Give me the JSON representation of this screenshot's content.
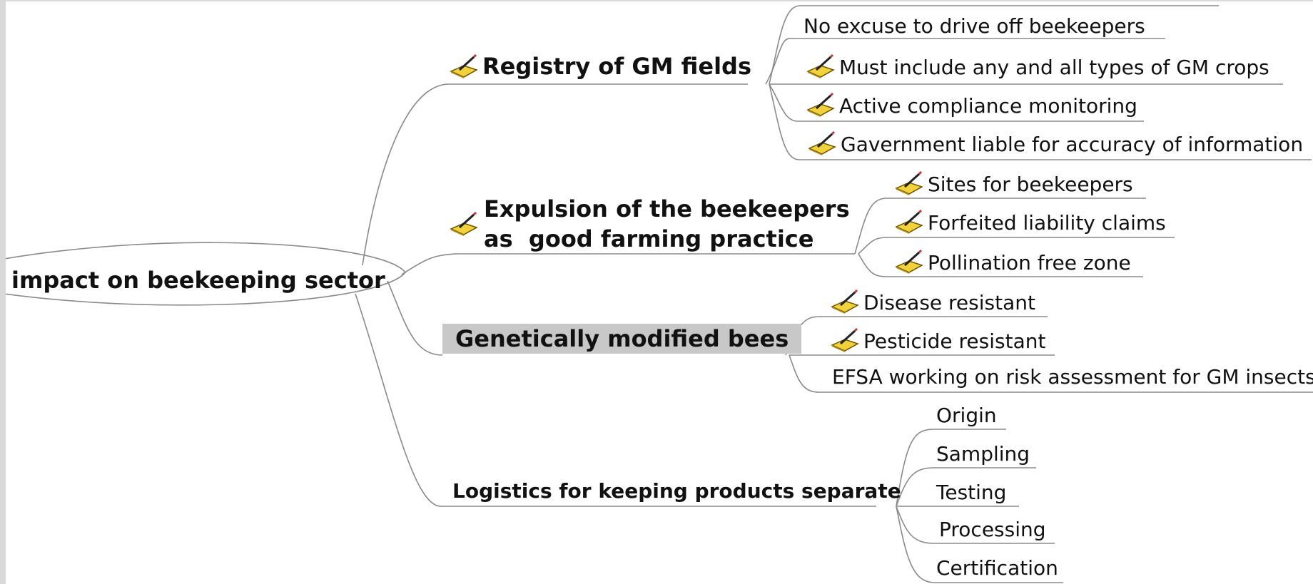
{
  "root": {
    "label": "impact on beekeeping sector"
  },
  "branches": [
    {
      "label": "Registry of GM fields",
      "icon": "pencil-notepad-icon",
      "children": [
        {
          "label": "No excuse to drive off beekeepers",
          "icon": ""
        },
        {
          "label": "Must include any and all types of GM crops",
          "icon": "pencil-notepad-icon"
        },
        {
          "label": "Active compliance monitoring",
          "icon": "pencil-notepad-icon"
        },
        {
          "label": "Gavernment liable for accuracy of information",
          "icon": "pencil-notepad-icon"
        }
      ]
    },
    {
      "label_line1": "Expulsion of the beekeepers",
      "label_line2": "as  good farming practice",
      "icon": "pencil-notepad-icon",
      "children": [
        {
          "label": "Sites for beekeepers",
          "icon": "pencil-notepad-icon"
        },
        {
          "label": "Forfeited liability claims",
          "icon": "pencil-notepad-icon"
        },
        {
          "label": "Pollination free zone",
          "icon": "pencil-notepad-icon"
        }
      ]
    },
    {
      "label": "Genetically modified bees",
      "selected": true,
      "children": [
        {
          "label": "Disease resistant",
          "icon": "pencil-notepad-icon"
        },
        {
          "label": "Pesticide resistant",
          "icon": "pencil-notepad-icon"
        },
        {
          "label": "EFSA working on risk assessment for GM insects",
          "icon": ""
        }
      ]
    },
    {
      "label": "Logistics for keeping products separate",
      "children": [
        {
          "label": "Origin"
        },
        {
          "label": "Sampling"
        },
        {
          "label": "Testing"
        },
        {
          "label": "Processing"
        },
        {
          "label": "Certification"
        }
      ]
    }
  ],
  "colors": {
    "edge": "#8a8a8a",
    "selected_bg": "#c8c8c8",
    "text": "#111111",
    "frame": "#d9d9d9"
  }
}
